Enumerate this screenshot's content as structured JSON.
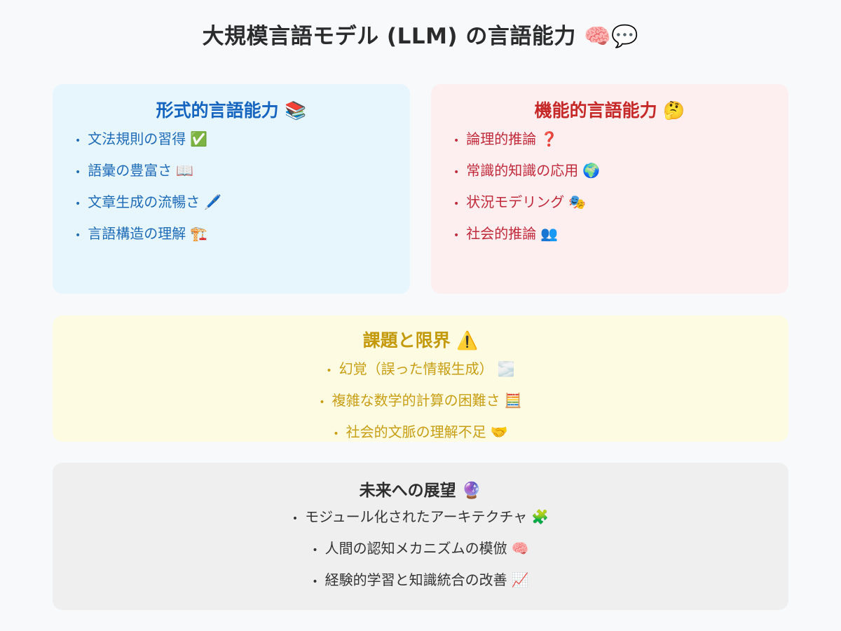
{
  "title": "大規模言語モデル (LLM) の言語能力 🧠💬",
  "cards": {
    "formal": {
      "title": "形式的言語能力 📚",
      "items": [
        {
          "text": "文法規則の習得",
          "emoji": "✅"
        },
        {
          "text": "語彙の豊富さ",
          "emoji": "📖"
        },
        {
          "text": "文章生成の流暢さ",
          "emoji": "🖊️"
        },
        {
          "text": "言語構造の理解",
          "emoji": "🏗️"
        }
      ]
    },
    "functional": {
      "title": "機能的言語能力 🤔",
      "items": [
        {
          "text": "論理的推論",
          "emoji": "❓"
        },
        {
          "text": "常識的知識の応用",
          "emoji": "🌍"
        },
        {
          "text": "状況モデリング",
          "emoji": "🎭"
        },
        {
          "text": "社会的推論",
          "emoji": "👥"
        }
      ]
    },
    "challenges": {
      "title": "課題と限界 ⚠️",
      "items": [
        {
          "text": "幻覚（誤った情報生成）",
          "emoji": "🌫️"
        },
        {
          "text": "複雑な数学的計算の困難さ",
          "emoji": "🧮"
        },
        {
          "text": "社会的文脈の理解不足",
          "emoji": "🤝"
        }
      ]
    },
    "future": {
      "title": "未来への展望 🔮",
      "items": [
        {
          "text": "モジュール化されたアーキテクチャ",
          "emoji": "🧩"
        },
        {
          "text": "人間の認知メカニズムの模倣",
          "emoji": "🧠"
        },
        {
          "text": "経験的学習と知識統合の改善",
          "emoji": "📈"
        }
      ]
    }
  },
  "bullet": "•",
  "colors": {
    "formal_bg": "#e7f6fd",
    "formal_text": "#1565c0",
    "functional_bg": "#fdeef0",
    "functional_text": "#c62828",
    "challenges_bg": "#fefbe3",
    "challenges_text": "#c49a0a",
    "future_bg": "#efefef",
    "future_text": "#2e2e2e"
  }
}
